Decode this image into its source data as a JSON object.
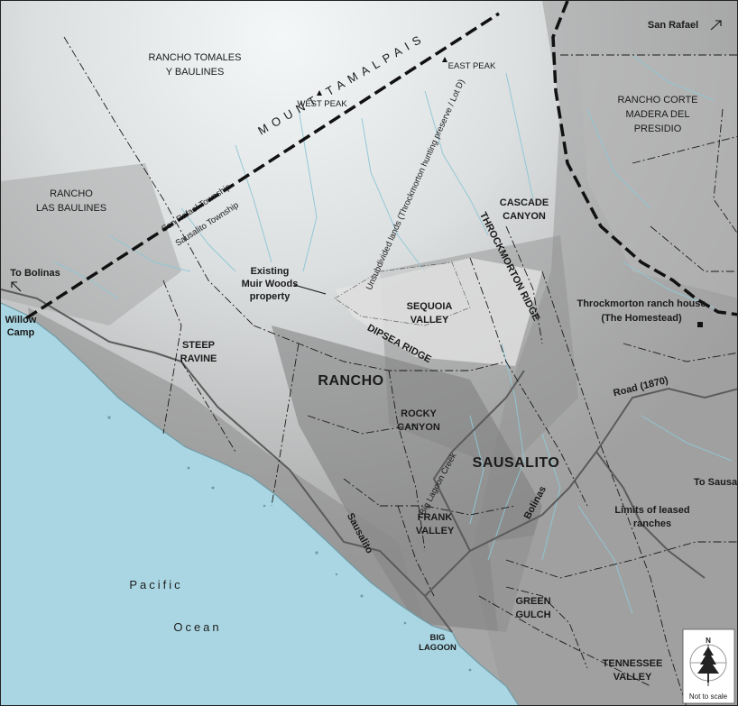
{
  "map": {
    "labels": {
      "rancho_tomales": [
        "RANCHO TOMALES",
        "Y BAULINES"
      ],
      "mount_tamalpais": "MOUNT TAMALPAIS",
      "west_peak": "WEST PEAK",
      "east_peak": "EAST PEAK",
      "san_rafael": "San Rafael",
      "rancho_corte_madera": [
        "RANCHO CORTE",
        "MADERA DEL",
        "PRESIDIO"
      ],
      "rancho_las_baulines": [
        "RANCHO",
        "LAS BAULINES"
      ],
      "san_rafael_township": "San Rafael Township",
      "sausalito_township": "Sausalito Township",
      "unsubdivided_lands": "Unsubdivided lands (Throckmorton hunting preserve / Lot D)",
      "cascade_canyon": [
        "CASCADE",
        "CANYON"
      ],
      "throckmorton_ridge": "THROCKMORTON RIDGE",
      "to_bolinas": "To Bolinas",
      "existing_muir_woods": [
        "Existing",
        "Muir Woods",
        "property"
      ],
      "throckmorton_ranch_house": [
        "Throckmorton ranch house",
        "(The Homestead)"
      ],
      "sequoia_valley": [
        "SEQUOIA",
        "VALLEY"
      ],
      "willow_camp": [
        "Willow",
        "Camp"
      ],
      "steep_ravine": [
        "STEEP",
        "RAVINE"
      ],
      "dipsea_ridge": "DIPSEA RIDGE",
      "rancho": "RANCHO",
      "road_1870": "Road (1870)",
      "rocky_canyon": [
        "ROCKY",
        "CANYON"
      ],
      "sausalito_big": "SAUSALITO",
      "big_lagoon_creek": "Big Lagoon Creek",
      "to_sausalito": "To Sausalito",
      "limits_leased": [
        "Limits of leased",
        "ranches"
      ],
      "frank_valley": [
        "FRANK",
        "VALLEY"
      ],
      "bolinas_road": "Bolinas",
      "sausalito_road": "Sausalito",
      "pacific": "Pacific",
      "ocean": "Ocean",
      "green_gulch": [
        "GREEN",
        "GULCH"
      ],
      "big_lagoon": [
        "BIG",
        "LAGOON"
      ],
      "tennessee_valley": [
        "TENNESSEE",
        "VALLEY"
      ],
      "not_to_scale": "Not to scale",
      "compass_n": "N"
    },
    "colors": {
      "ocean": "#a9d6e2",
      "creek": "#8fc7d6",
      "terrain_light": "#e6e6e6",
      "terrain_mid": "#b5b5b5",
      "terrain_dark": "#8e8e8e",
      "road": "#5b5b5b",
      "boundary": "#111111"
    },
    "icons": [
      "arrow-northeast-icon",
      "arrow-northwest-icon",
      "peak-triangle-icon",
      "ranch-house-square-icon",
      "north-arrow-tree-icon"
    ]
  }
}
